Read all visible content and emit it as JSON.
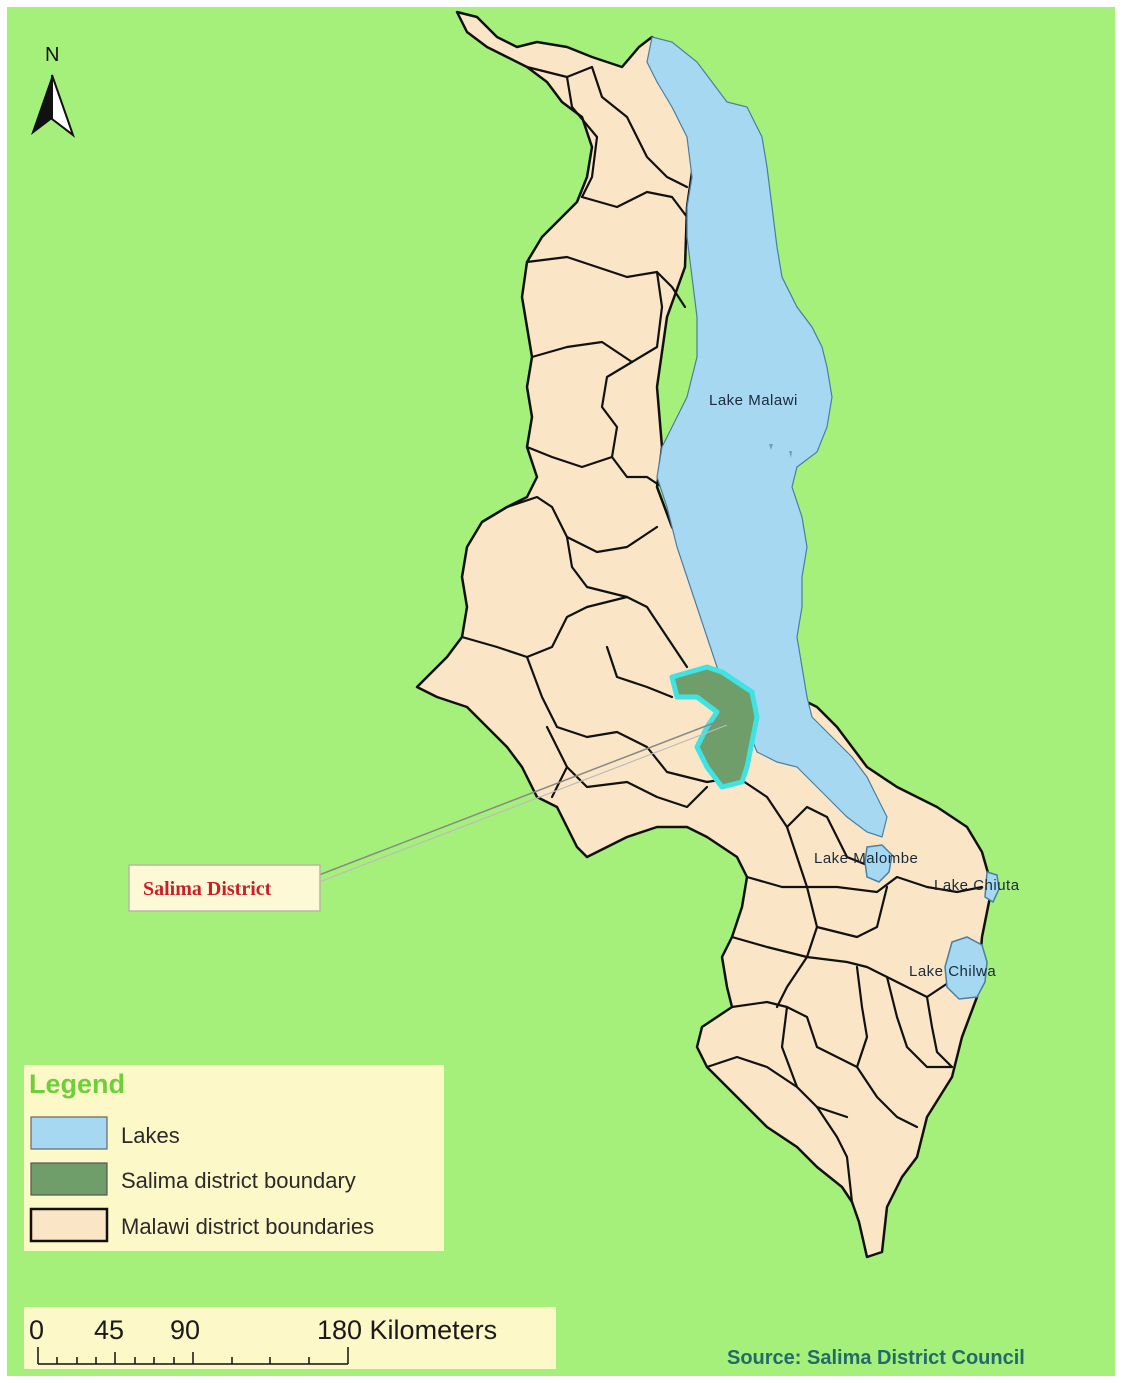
{
  "north_arrow": {
    "letter": "N",
    "icon": "north-arrow-icon"
  },
  "lakes": [
    {
      "id": "malawi",
      "label": "Lake  Malawi"
    },
    {
      "id": "malombe",
      "label": "Lake  Malombe"
    },
    {
      "id": "chiuta",
      "label": "Lake  Chiuta"
    },
    {
      "id": "chilwa",
      "label": "Lake  Chilwa"
    }
  ],
  "callout": {
    "label": "Salima District"
  },
  "legend": {
    "title": "Legend",
    "items": [
      {
        "label": "Lakes",
        "color": "#a6d8f2"
      },
      {
        "label": "Salima district boundary",
        "color": "#6f9e6b"
      },
      {
        "label": "Malawi district boundaries",
        "color": "#fae6c6"
      }
    ]
  },
  "scale_bar": {
    "ticks": [
      "0",
      "45",
      "90",
      "180 Kilometers"
    ]
  },
  "source": {
    "text": "Source:  Salima District Council"
  },
  "colors": {
    "background": "#a5f07a",
    "land": "#fae6c6",
    "lake": "#a6d8f2",
    "salima": "#6f9e6b",
    "salima_outline": "#3fe3e3",
    "panel": "#fdf8c8"
  }
}
